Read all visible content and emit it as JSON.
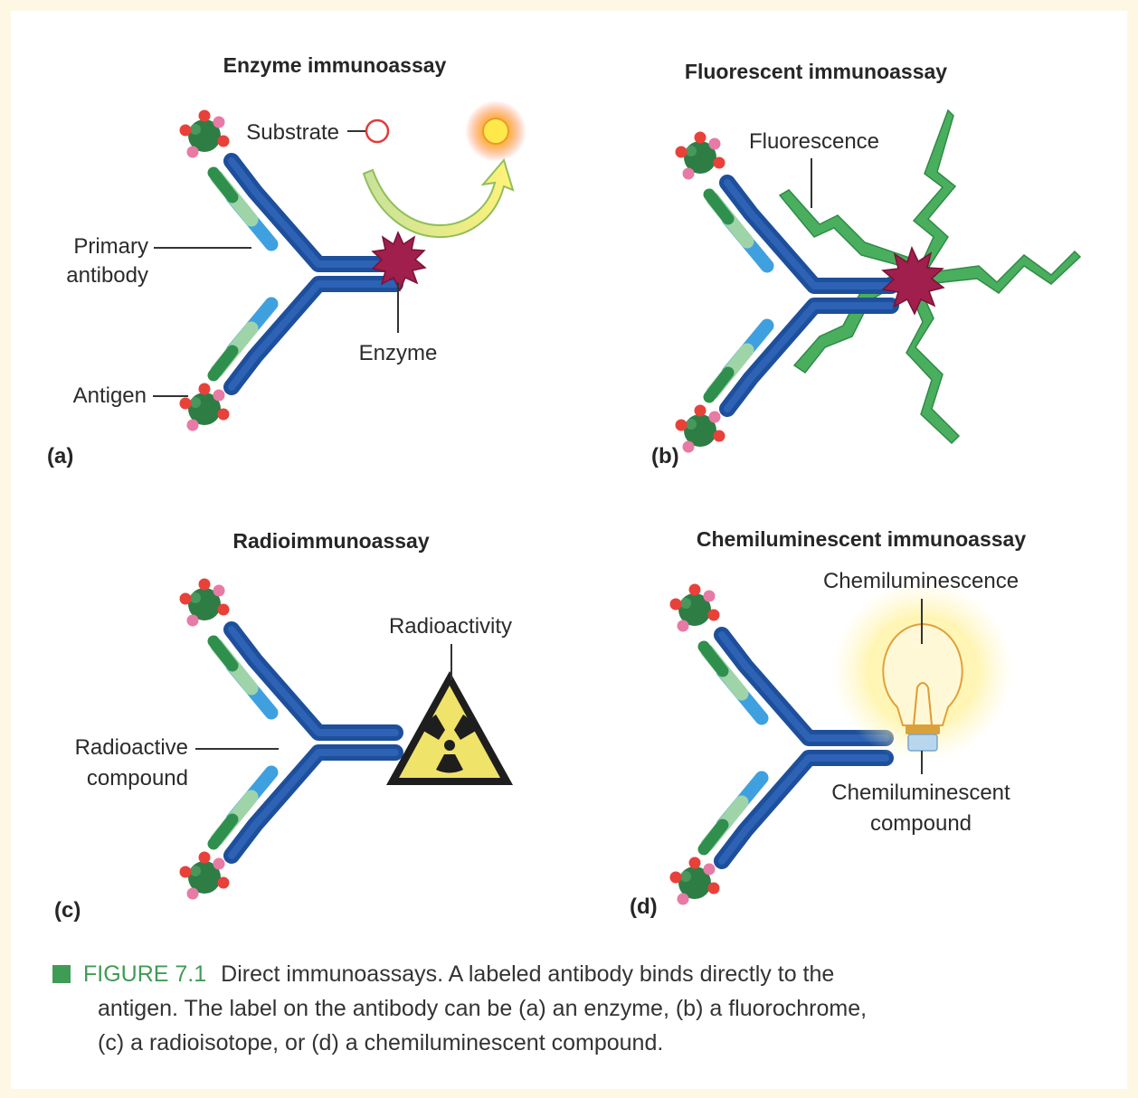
{
  "panels": {
    "a": {
      "letter": "(a)",
      "title": "Enzyme immunoassay",
      "labels": {
        "substrate": "Substrate",
        "primary_line1": "Primary",
        "primary_line2": "antibody",
        "enzyme": "Enzyme",
        "antigen": "Antigen"
      }
    },
    "b": {
      "letter": "(b)",
      "title": "Fluorescent immunoassay",
      "labels": {
        "fluorescence": "Fluorescence"
      }
    },
    "c": {
      "letter": "(c)",
      "title": "Radioimmunoassay",
      "labels": {
        "radioactivity": "Radioactivity",
        "compound_line1": "Radioactive",
        "compound_line2": "compound"
      }
    },
    "d": {
      "letter": "(d)",
      "title": "Chemiluminescent immunoassay",
      "labels": {
        "chemiluminescence": "Chemiluminescence",
        "compound_line1": "Chemiluminescent",
        "compound_line2": "compound"
      }
    }
  },
  "caption": {
    "figure_number": "FIGURE 7.1",
    "line1": "Direct immunoassays. A labeled antibody binds directly to the",
    "line2": "antigen. The label on the antibody can be (a) an enzyme, (b) a fluorochrome,",
    "line3": "(c) a radioisotope, or (d) a chemiluminescent compound."
  },
  "colors": {
    "heavy_chain": "#2a5aa8",
    "light_chain": "#2f8f4c",
    "antigen": "#2e7d45",
    "enzyme": "#9b1b45",
    "fluorescence": "#43a55a",
    "radiation_sign": "#f0e36a",
    "figure_accent": "#3f9c55"
  }
}
